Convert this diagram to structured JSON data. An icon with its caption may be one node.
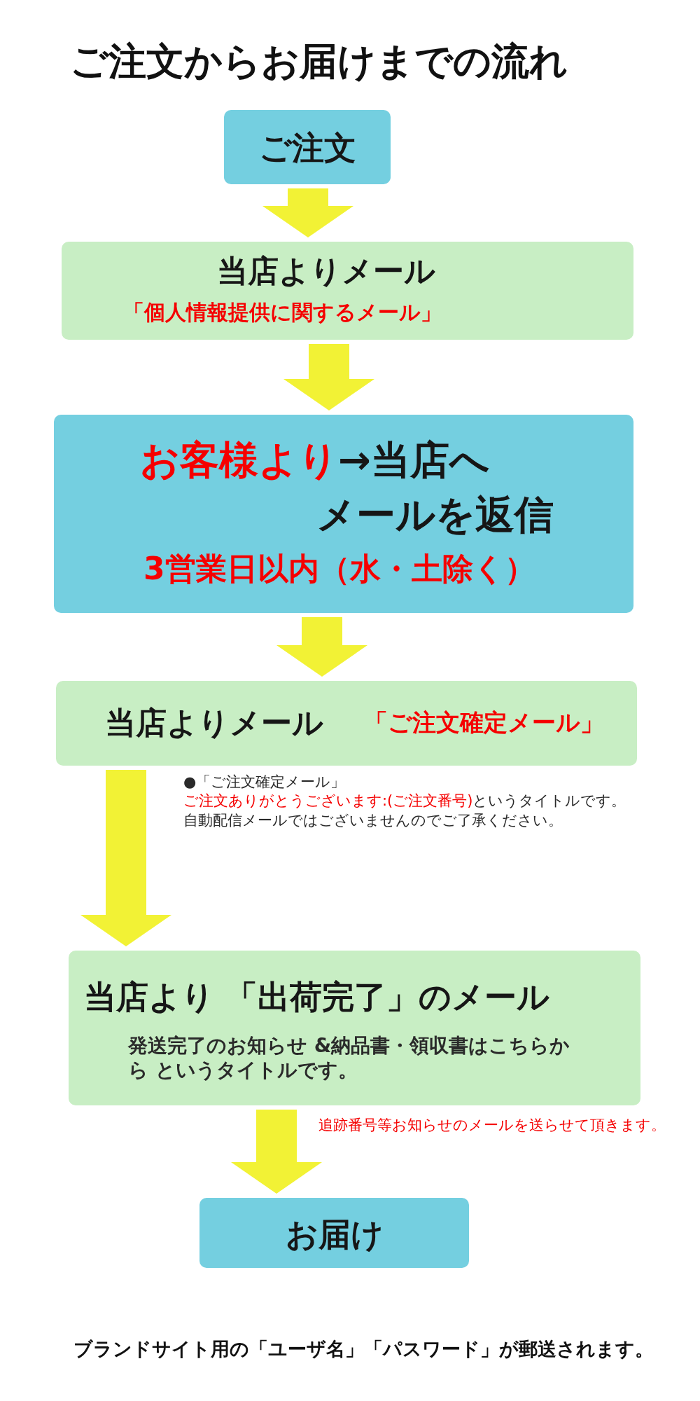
{
  "diagram": {
    "title": "ご注文からお届けまでの流れ",
    "nodes": [
      {
        "text": [
          "ご注文"
        ]
      },
      {
        "text": [
          "当店よりメール",
          "「個人情報提供に関するメール」"
        ]
      },
      {
        "text": [
          "お客様より",
          "→当店へ",
          "メールを返信",
          "3営業日以内（水・土除く）"
        ]
      },
      {
        "text": [
          "当店よりメール",
          "「ご注文確定メール」"
        ]
      },
      {
        "text": [
          "当店より 「出荷完了」のメール",
          "発送完了のお知らせ &納品書・領収書はこちらから というタイトルです。"
        ]
      },
      {
        "text": [
          "お届け"
        ]
      }
    ],
    "edges": [
      {
        "from": 0,
        "to": 1,
        "arrow": "to"
      },
      {
        "from": 1,
        "to": 2,
        "arrow": "to"
      },
      {
        "from": 2,
        "to": 3,
        "arrow": "to"
      },
      {
        "from": 3,
        "to": 4,
        "arrow": "to"
      },
      {
        "from": 4,
        "to": 5,
        "arrow": "to",
        "label": "追跡番号等お知らせのメールを送らせて頂きます。"
      }
    ],
    "labels": [
      "●「ご注文確定メール」",
      "ご注文ありがとうございます:(ご注文番号)",
      "というタイトルです。",
      "自動配信メールではございませんのでご了承ください。",
      "ブランドサイト用の「ユーザ名」「パスワード」が郵送されます。"
    ]
  }
}
